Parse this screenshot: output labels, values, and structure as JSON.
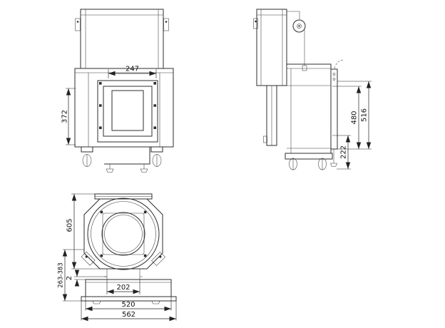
{
  "background": "#ffffff",
  "line_color": "#2e2e2e",
  "views": {
    "front": {
      "dims": {
        "width_top": "247",
        "height_left": "372"
      }
    },
    "side": {
      "dims": {
        "height_inner": "480",
        "height_outer": "516",
        "height_lower": "222"
      }
    },
    "round_front": {
      "dims": {
        "height_total": "605",
        "height_range": "263-383",
        "gap": "2",
        "width_column": "202",
        "width_base": "520",
        "width_total": "562"
      }
    }
  }
}
